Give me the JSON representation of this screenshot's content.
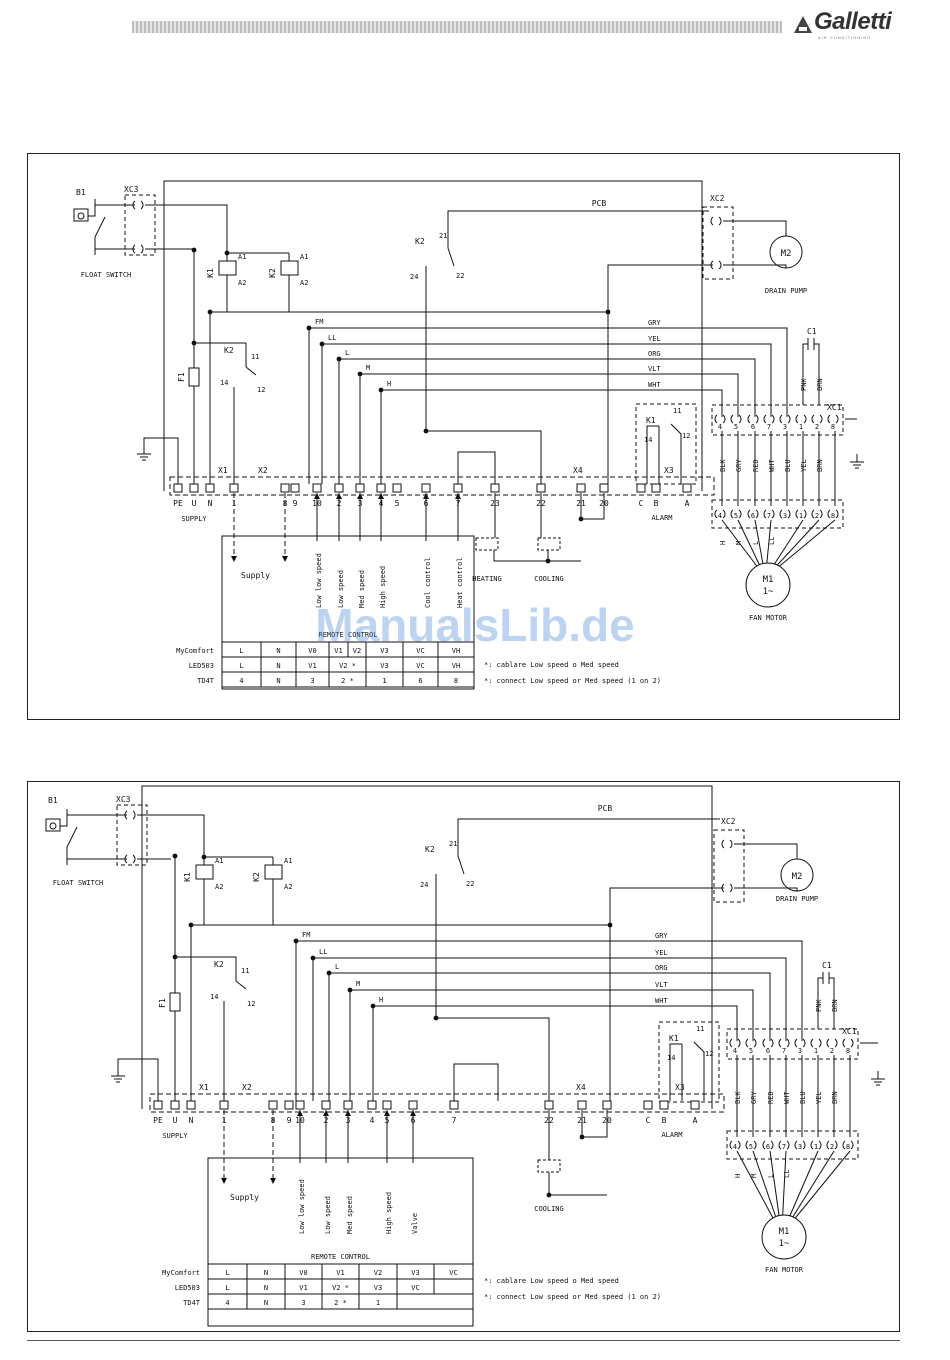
{
  "header": {
    "brand": "Galletti",
    "tagline": "AIR CONDITIONING"
  },
  "watermark": "ManualsLib.de",
  "labels": {
    "pcb": "PCB",
    "float_switch": "FLOAT SWITCH",
    "drain_pump": "DRAIN PUMP",
    "fan_motor": "FAN MOTOR",
    "supply": "SUPPLY",
    "alarm": "ALARM",
    "heating": "HEATING",
    "cooling": "COOLING",
    "b1": "B1",
    "xc3": "XC3",
    "xc2": "XC2",
    "xc1": "XC1",
    "c1": "C1",
    "m2": "M2",
    "m1": "M1",
    "m1_phase": "1~",
    "k1": "K1",
    "k2": "K2",
    "f1": "F1",
    "x1": "X1",
    "x2": "X2",
    "x3": "X3",
    "x4": "X4",
    "a1": "A1",
    "a2": "A2",
    "c11": "11",
    "c12": "12",
    "c14": "14",
    "c21": "21",
    "c22": "22",
    "c24": "24",
    "fm": "FM",
    "ll": "LL",
    "l": "L",
    "m": "M",
    "h": "H",
    "supply_arrow": "Supply"
  },
  "wire_colors": [
    "GRY",
    "YEL",
    "ORG",
    "VLT",
    "WHT"
  ],
  "xc1_pins": [
    "4",
    "5",
    "6",
    "7",
    "3",
    "1",
    "2",
    "8"
  ],
  "motor_wires": [
    "BLK",
    "GRY",
    "RED",
    "WHT",
    "BLU",
    "YEL",
    "BRN"
  ],
  "motor_speeds": [
    "H",
    "M",
    "L",
    "LL"
  ],
  "cap_wires": [
    "PNK",
    "BRN"
  ],
  "diagram1": {
    "terminals": [
      "PE",
      "U",
      "N",
      "1",
      "8",
      "9",
      "10",
      "2",
      "3",
      "4",
      "5",
      "6",
      "7",
      "23",
      "22",
      "21",
      "20",
      "C",
      "B",
      "A"
    ],
    "remote_functions": [
      "Low low speed",
      "Low speed",
      "Med speed",
      "High speed",
      "Cool control",
      "Heat control"
    ],
    "remote_title": "REMOTE CONTROL",
    "table_rows": [
      {
        "name": "MyComfort",
        "cells": [
          "L",
          "N",
          "V0",
          "V1",
          "V2",
          "V3",
          "VC",
          "VH"
        ]
      },
      {
        "name": "LED503",
        "cells": [
          "L",
          "N",
          "V1",
          "V2 *",
          "V3",
          "VC",
          "VH"
        ]
      },
      {
        "name": "TD4T",
        "cells": [
          "4",
          "N",
          "3",
          "2 *",
          "1",
          "6",
          "8"
        ]
      }
    ],
    "notes": [
      "*: cablare Low speed o Med speed",
      "*: connect Low speed or Med speed (1 on 2)"
    ]
  },
  "diagram2": {
    "terminals": [
      "PE",
      "U",
      "N",
      "1",
      "8",
      "9",
      "10",
      "2",
      "3",
      "4",
      "5",
      "6",
      "7",
      "22",
      "21",
      "20",
      "C",
      "B",
      "A"
    ],
    "remote_functions": [
      "Low low speed",
      "Low speed",
      "Med speed",
      "High speed",
      "Valve"
    ],
    "remote_title": "REMOTE CONTROL",
    "table_rows": [
      {
        "name": "MyComfort",
        "cells": [
          "L",
          "N",
          "V0",
          "V1",
          "V2",
          "V3",
          "VC"
        ]
      },
      {
        "name": "LED503",
        "cells": [
          "L",
          "N",
          "V1",
          "V2 *",
          "V3",
          "VC"
        ]
      },
      {
        "name": "TD4T",
        "cells": [
          "4",
          "N",
          "3",
          "2 *",
          "1"
        ]
      }
    ],
    "notes": [
      "*: cablare Low speed o Med speed",
      "*: connect Low speed or Med speed (1 on 2)"
    ]
  }
}
